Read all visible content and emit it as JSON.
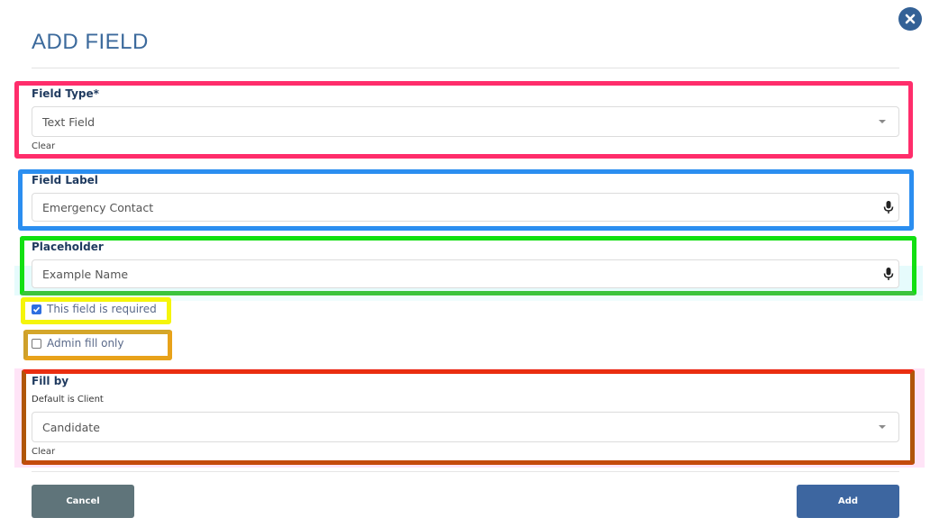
{
  "dialog": {
    "title": "ADD FIELD",
    "close_icon": "close-circle-icon"
  },
  "form": {
    "field_type": {
      "label": "Field Type*",
      "value": "Text Field",
      "clear_label": "Clear",
      "icon": "caret-down-icon"
    },
    "field_label": {
      "label": "Field Label",
      "value": "Emergency Contact",
      "icon": "microphone-icon"
    },
    "placeholder": {
      "label": "Placeholder",
      "value": "Example Name",
      "icon": "microphone-icon"
    },
    "required": {
      "label": "This field is required",
      "checked": true
    },
    "admin_fill_only": {
      "label": "Admin fill only",
      "checked": false
    },
    "fill_by": {
      "label": "Fill by",
      "hint": "Default is Client",
      "value": "Candidate",
      "clear_label": "Clear",
      "icon": "caret-down-icon"
    }
  },
  "footer": {
    "cancel_label": "Cancel",
    "add_label": "Add"
  },
  "annotation_colors": {
    "field_type": "#ff2d6b",
    "field_label": "#2b8ef0",
    "placeholder": "#12e012",
    "required": "#f5f50a",
    "admin_fill_only": "#e8a21a",
    "fill_by": "#ea2e10"
  },
  "colors": {
    "title": "#3c6a9c",
    "close_button": "#336196",
    "cancel_button": "#5f747a",
    "add_button": "#3d66a0",
    "checkbox_checked": "#2f6fe0"
  }
}
